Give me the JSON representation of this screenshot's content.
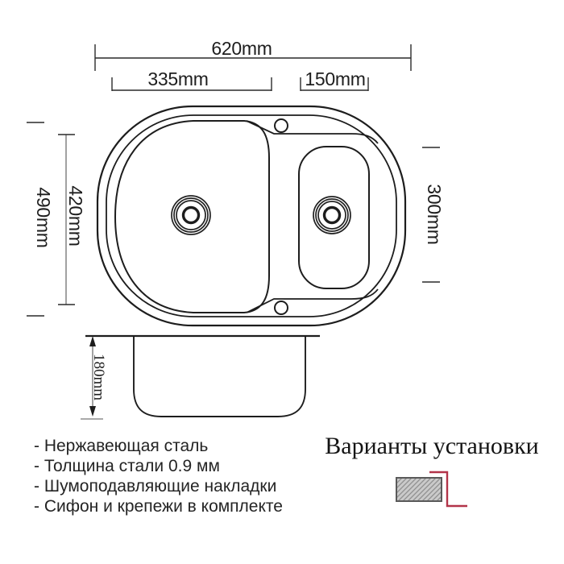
{
  "dims": {
    "w620": "620mm",
    "w335": "335mm",
    "w150": "150mm",
    "h490": "490mm",
    "h420": "420mm",
    "h300": "300mm",
    "d180": "180mm"
  },
  "features": [
    "- Нержавеющая сталь",
    "- Толщина стали 0.9 мм",
    "- Шумоподавляющие накладки",
    "- Сифон и крепежи в комплекте"
  ],
  "installation_title": "Варианты установки",
  "colors": {
    "line": "#1d1d1d",
    "red": "#b23449",
    "hatch_fill": "#cacaca",
    "hatch_line": "#8f8f8f",
    "hatch_border": "#5a5a5a"
  }
}
